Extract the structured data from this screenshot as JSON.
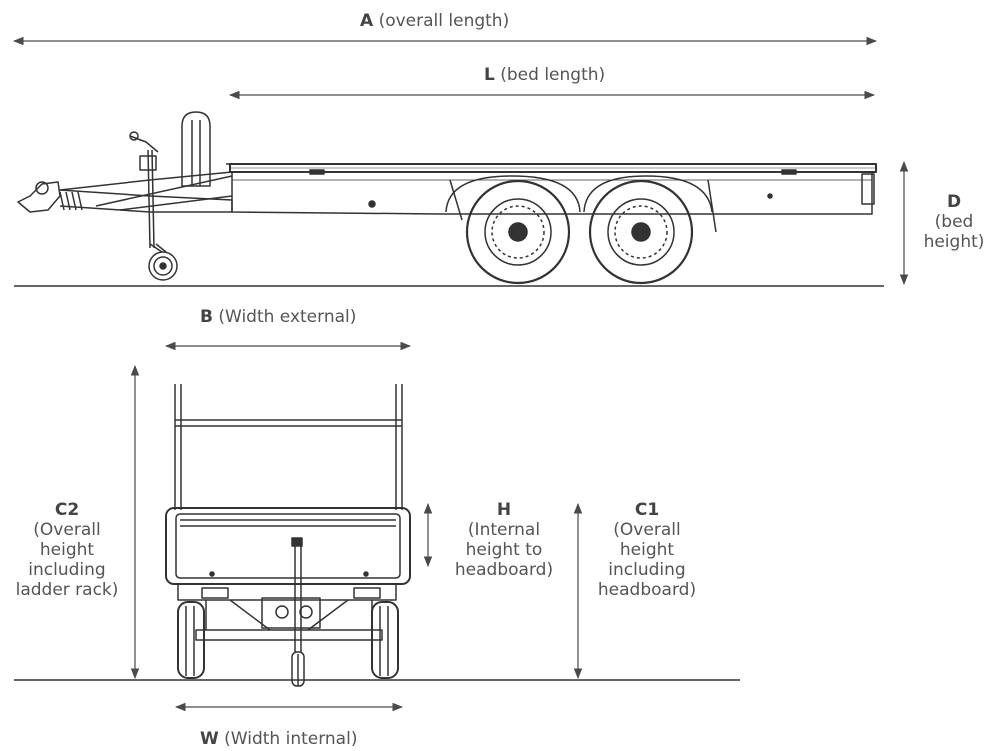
{
  "colors": {
    "line": "#4a4a4a",
    "text": "#555555",
    "background": "#ffffff"
  },
  "dimensions": {
    "A": {
      "key": "A",
      "desc": "(overall length)"
    },
    "L": {
      "key": "L",
      "desc": "(bed length)"
    },
    "D": {
      "key": "D",
      "desc": [
        "(bed",
        "height)"
      ]
    },
    "B": {
      "key": "B",
      "desc": "(Width external)"
    },
    "W": {
      "key": "W",
      "desc": "(Width internal)"
    },
    "C2": {
      "key": "C2",
      "desc": [
        "(Overall",
        "height",
        "including",
        "ladder rack)"
      ]
    },
    "H": {
      "key": "H",
      "desc": [
        "(Internal",
        "height to",
        "headboard)"
      ]
    },
    "C1": {
      "key": "C1",
      "desc": [
        "(Overall",
        "height",
        "including",
        "headboard)"
      ]
    }
  }
}
